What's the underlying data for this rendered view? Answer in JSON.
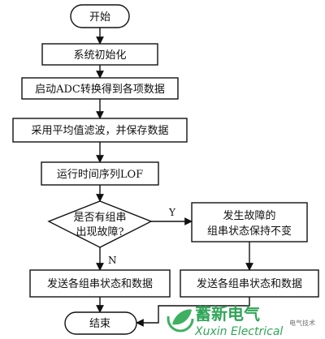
{
  "nodes": {
    "start": "开始",
    "init": "系统初始化",
    "adc": "启动ADC转换得到各项数据",
    "filter": "采用平均值滤波，并保存数据",
    "lof": "运行时间序列LOF",
    "decision_line1": "是否有组串",
    "decision_line2": "出现故障?",
    "fault_line1": "发生故障的",
    "fault_line2": "组串状态保持不变",
    "send_left": "发送各组串状态和数据",
    "send_right": "发送各组串状态和数据",
    "end": "结束"
  },
  "edges": {
    "yes": "Y",
    "no": "N"
  },
  "watermark": {
    "cn": "蓄新电气",
    "en": "Xuxin Electrical",
    "small": "电气技术",
    "color": "#1f9e4a"
  }
}
